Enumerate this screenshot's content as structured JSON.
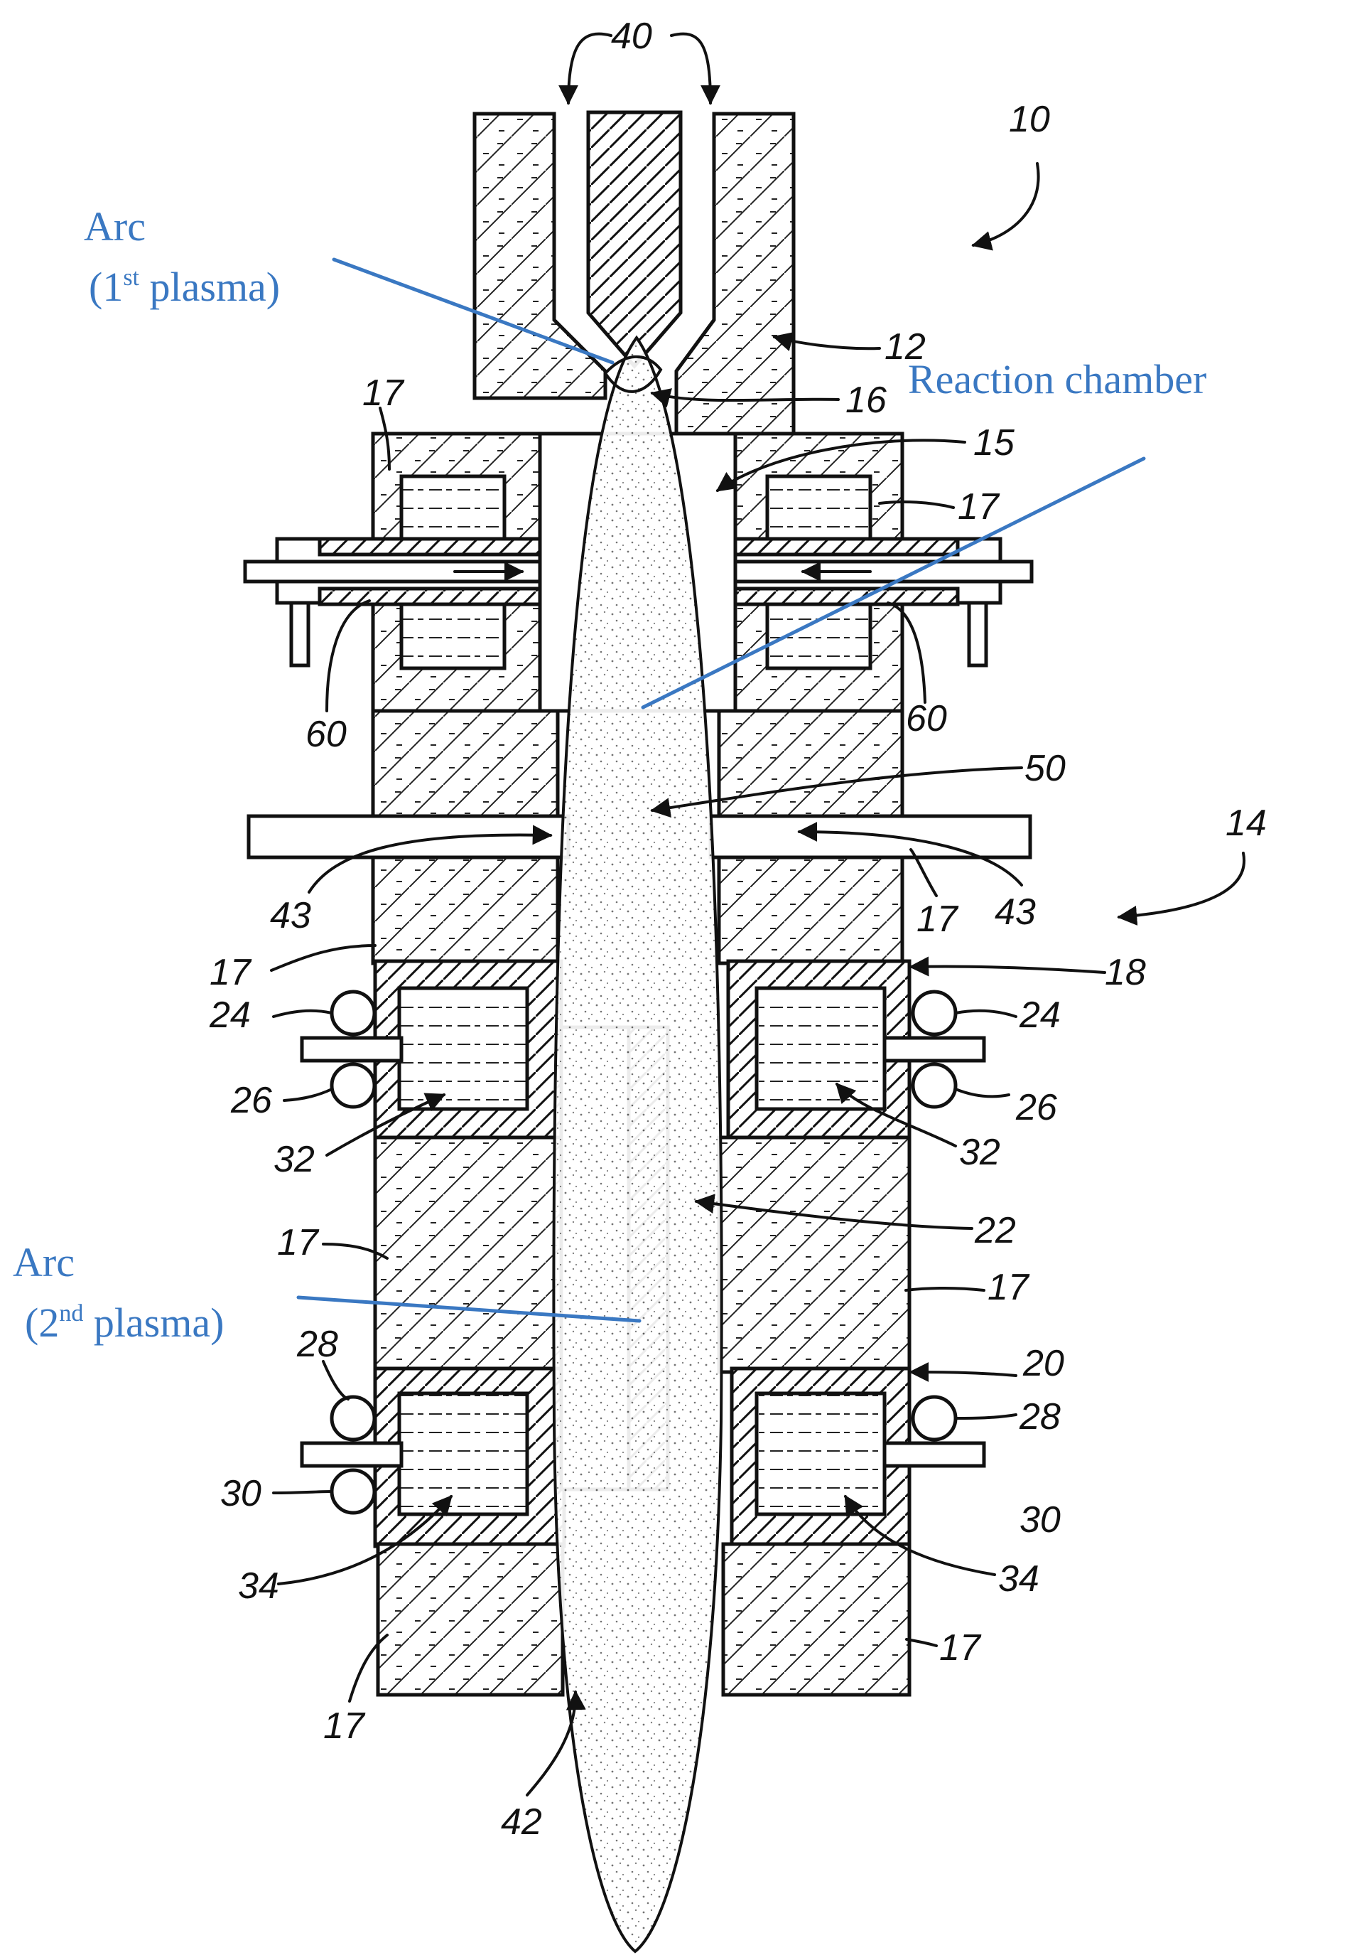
{
  "figure": {
    "callouts": {
      "arc1_line1": "Arc",
      "arc1_line2_pre": "(1",
      "arc1_line2_sup": "st",
      "arc1_line2_post": " plasma)",
      "reaction": "Reaction chamber",
      "arc2_line1": "Arc",
      "arc2_line2_pre": "(2",
      "arc2_line2_sup": "nd",
      "arc2_line2_post": " plasma)"
    },
    "callout_color": "#3a78c2",
    "refs": {
      "r10": "10",
      "r40": "40",
      "r12": "12",
      "r16": "16",
      "r15": "15",
      "r17": "17",
      "r60": "60",
      "r50": "50",
      "r14": "14",
      "r43": "43",
      "r18": "18",
      "r24": "24",
      "r26": "26",
      "r32": "32",
      "r22": "22",
      "r20": "20",
      "r28": "28",
      "r30": "30",
      "r34": "34",
      "r42": "42"
    }
  }
}
